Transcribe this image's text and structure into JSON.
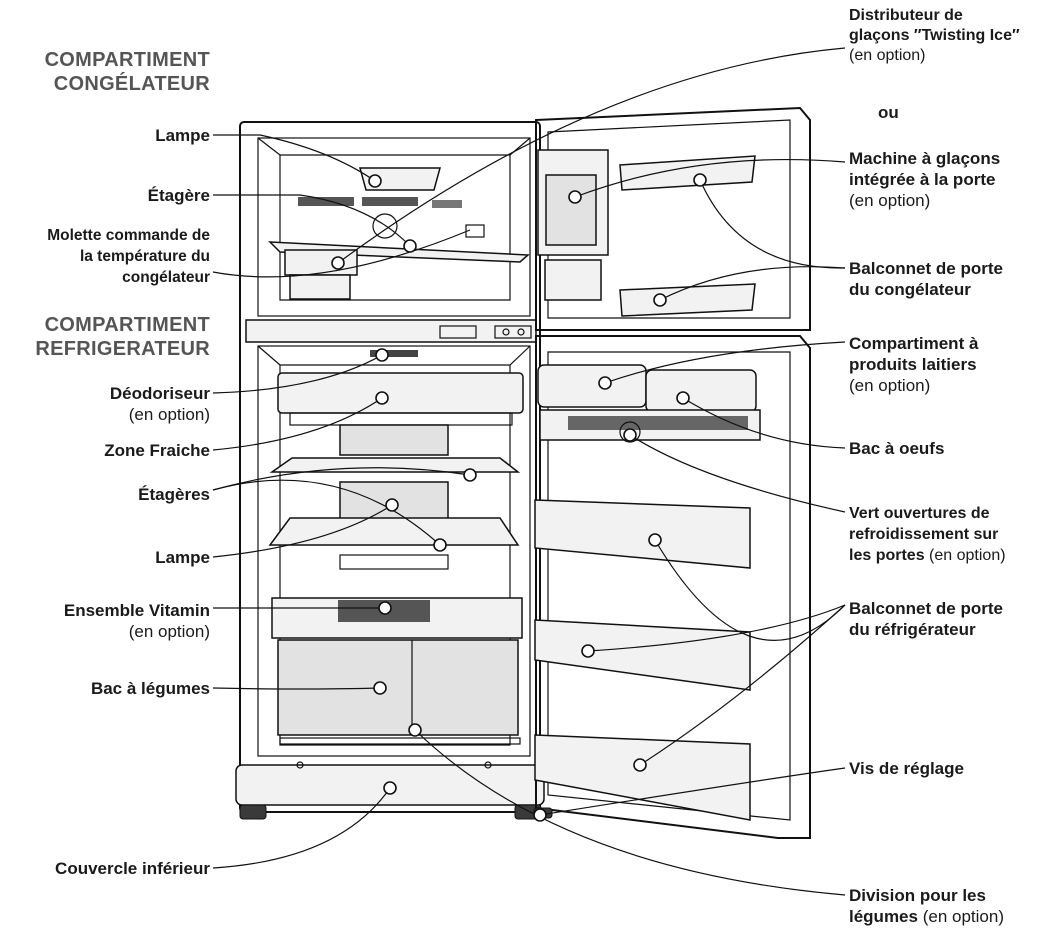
{
  "sections": {
    "freezer": [
      "COMPARTIMENT",
      "CONGÉLATEUR"
    ],
    "fridge": [
      "COMPARTIMENT",
      "REFRIGERATEUR"
    ]
  },
  "labels_left": {
    "lampe_top": "Lampe",
    "etagere": "Étagère",
    "molette": [
      "Molette commande de",
      "la température du",
      "congélateur"
    ],
    "deodoriseur": "Déodoriseur",
    "deodoriseur_opt": "(en option)",
    "zone_fraiche": "Zone Fraiche",
    "etageres": "Étagères",
    "lampe_bottom": "Lampe",
    "vitamin": "Ensemble Vitamin",
    "vitamin_opt": "(en option)",
    "bac_legumes": "Bac à légumes",
    "couvercle": "Couvercle inférieur"
  },
  "labels_right": {
    "distributeur": [
      "Distributeur de",
      "glaçons",
      "″Twisting Ice″"
    ],
    "distributeur_opt": "(en option)",
    "ou": "ou",
    "machine": [
      "Machine à glaçons",
      "intégrée à la porte"
    ],
    "machine_opt": "(en option)",
    "balconnet_cong": [
      "Balconnet de porte",
      "du congélateur"
    ],
    "laitiers": [
      "Compartiment à",
      "produits laitiers"
    ],
    "laitiers_opt": "(en option)",
    "bac_oeufs": "Bac à oeufs",
    "vert": [
      "Vert ouvertures de",
      "refroidissement sur",
      "les portes"
    ],
    "vert_opt": "(en option)",
    "balconnet_frigo": [
      "Balconnet de porte",
      "du réfrigérateur"
    ],
    "vis": "Vis de réglage",
    "division": [
      "Division pour les",
      "légumes"
    ],
    "division_opt": "(en option)"
  }
}
